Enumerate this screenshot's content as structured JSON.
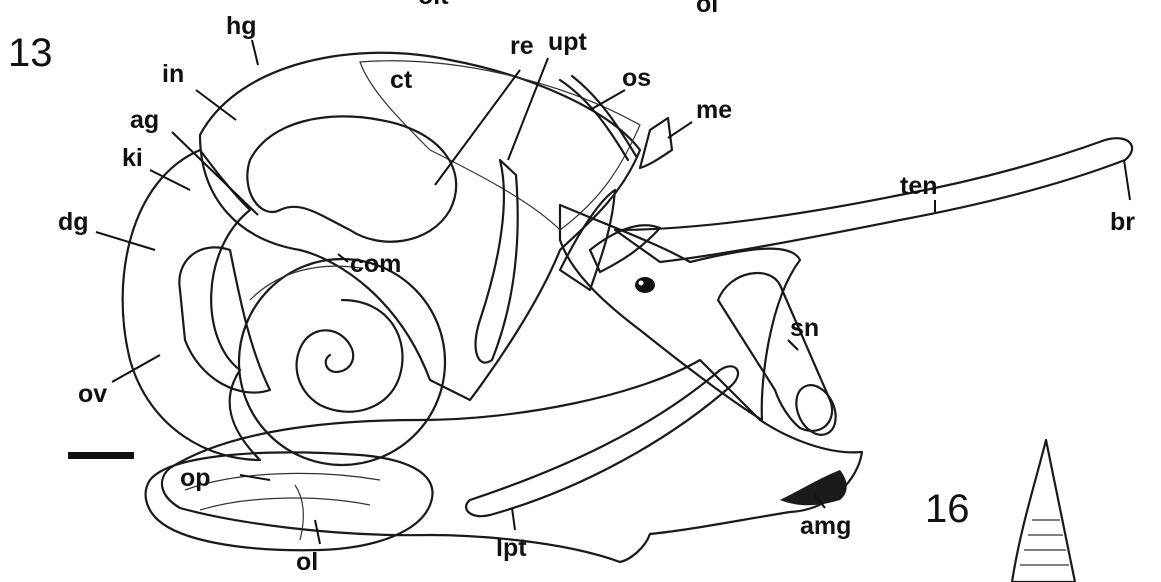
{
  "figure_numbers": {
    "main": "13",
    "inset": "16"
  },
  "labels": {
    "cut_top_left": "olt",
    "cut_top_right": "ol",
    "hg": "hg",
    "re": "re",
    "upt": "upt",
    "in": "in",
    "ct": "ct",
    "os": "os",
    "me": "me",
    "ag": "ag",
    "ki": "ki",
    "ten": "ten",
    "br": "br",
    "dg": "dg",
    "com": "com",
    "sn": "sn",
    "ov": "ov",
    "op": "op",
    "ol": "ol",
    "lpt": "lpt",
    "amg": "amg"
  },
  "colors": {
    "ink": "#111111",
    "paper": "#ffffff",
    "stipple": "#8a8a8a"
  }
}
